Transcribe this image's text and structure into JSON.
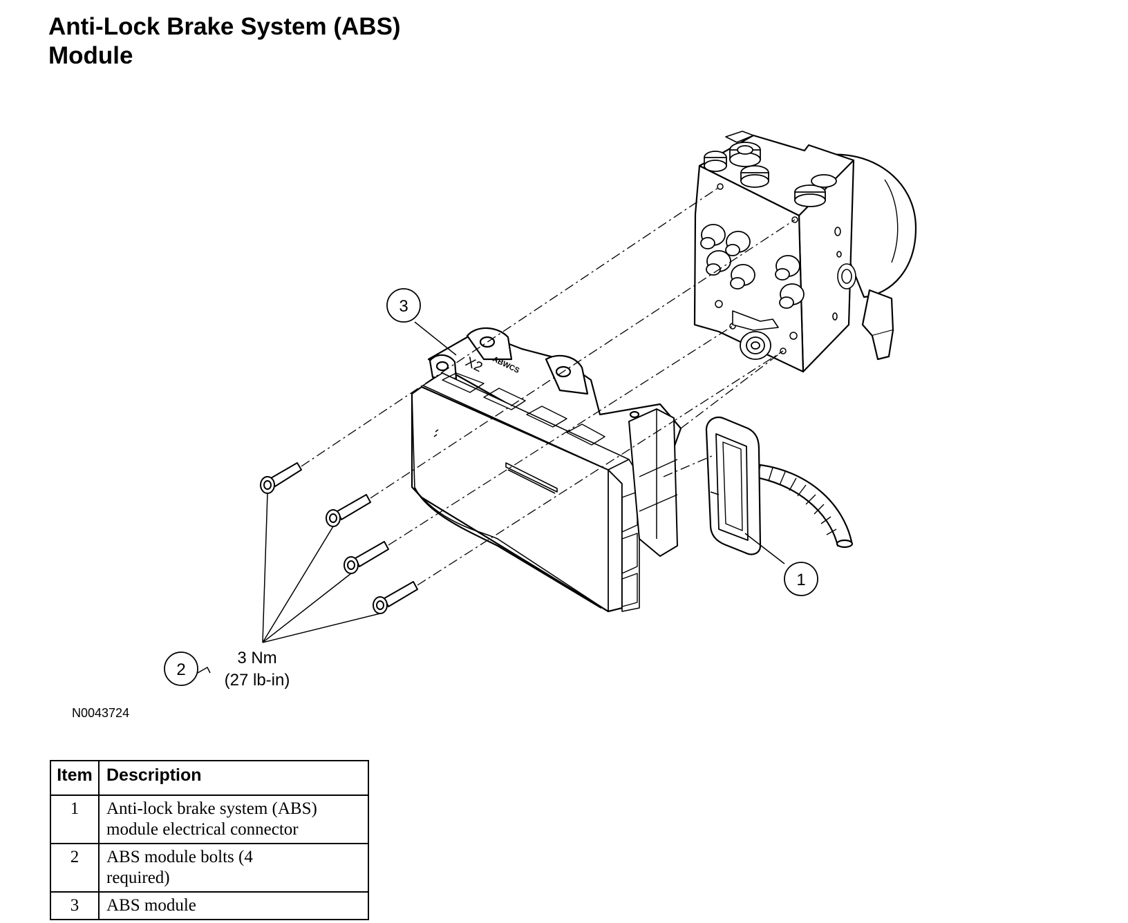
{
  "title": {
    "line1": "Anti-Lock Brake System (ABS)",
    "line2": "Module"
  },
  "callouts": {
    "c1": "1",
    "c2": "2",
    "c3": "3"
  },
  "torque": {
    "value": "3 Nm",
    "imperial": "(27 lb-in)"
  },
  "module_labels": {
    "x2": "X2",
    "brand": "ABWCS"
  },
  "figure_id": "N0043724",
  "legend": {
    "headers": {
      "item": "Item",
      "description": "Description"
    },
    "rows": [
      {
        "item": "1",
        "line1": "Anti-lock brake system (ABS)",
        "line2": "module electrical connector"
      },
      {
        "item": "2",
        "line1": "ABS module bolts (4",
        "line2": "required)"
      },
      {
        "item": "3",
        "line1": "ABS module",
        "line2": ""
      }
    ]
  }
}
